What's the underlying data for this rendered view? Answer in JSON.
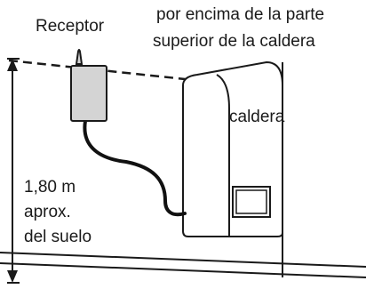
{
  "labels": {
    "receiver": "Receptor",
    "height_note_line1": "por encima de la parte",
    "height_note_line2": "superior de la caldera",
    "boiler": "caldera",
    "distance_line1": "1,80 m",
    "distance_line2": "aprox.",
    "distance_line3": "del suelo"
  },
  "colors": {
    "ink": "#1a1a1a",
    "receiver_fill": "#d4d4d4",
    "boiler_fill": "#ffffff",
    "cable": "#111111"
  }
}
